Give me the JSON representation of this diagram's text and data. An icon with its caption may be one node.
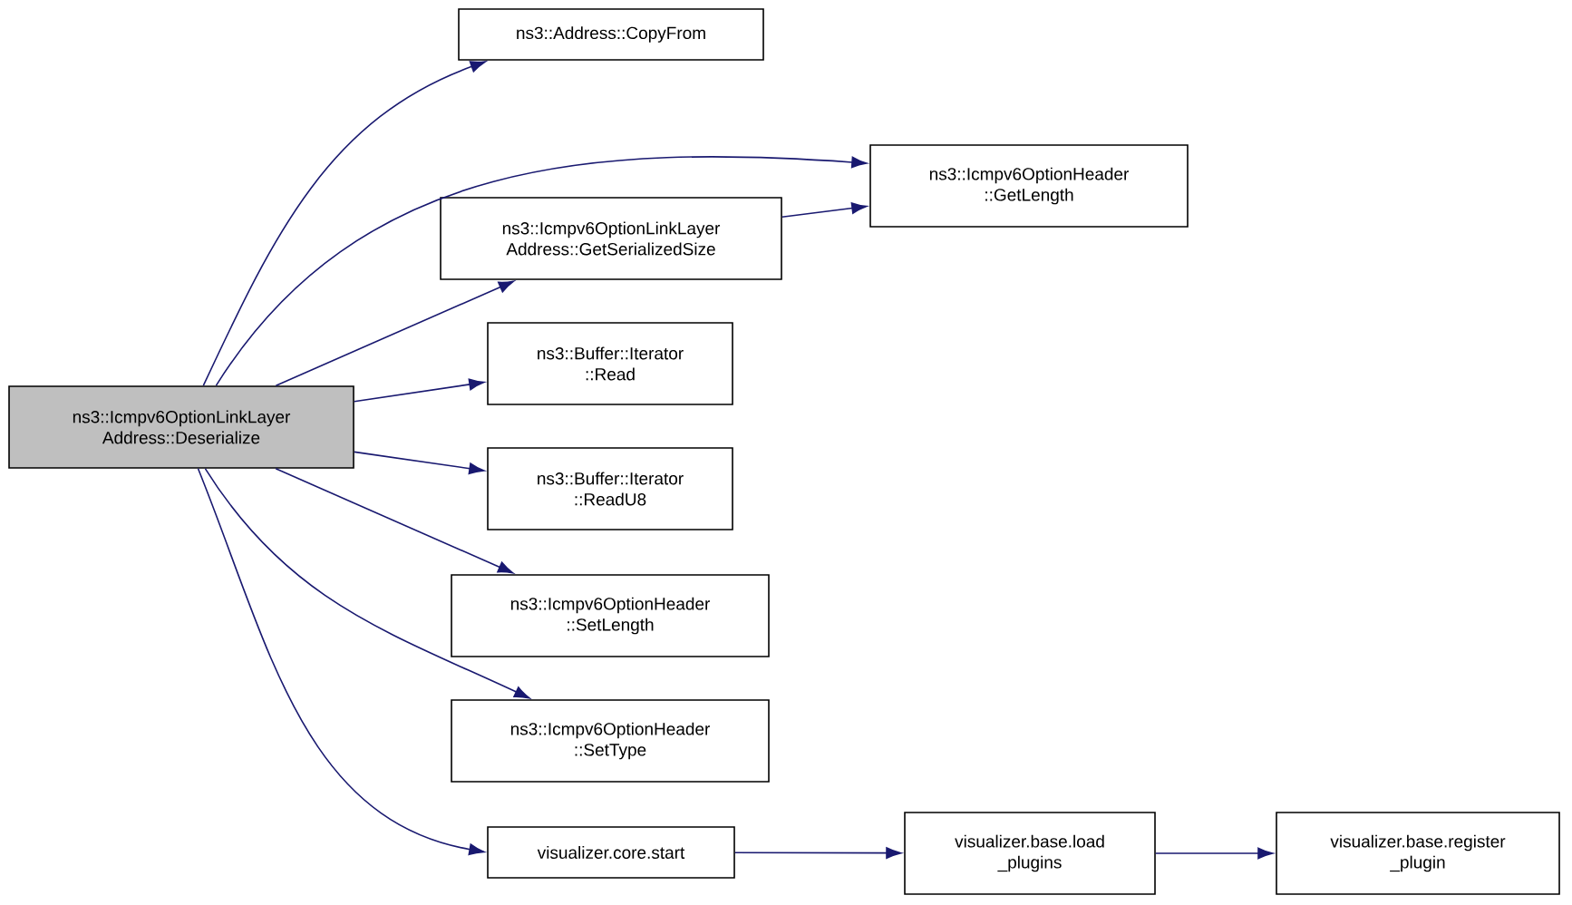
{
  "diagram": {
    "nodes": [
      {
        "text": [
          "ns3::Icmpv6OptionLinkLayer Address::Deserialize"
        ]
      },
      {
        "text": [
          "ns3::Address::CopyFrom"
        ]
      },
      {
        "text": [
          "ns3::Icmpv6OptionLinkLayer Address::GetSerializedSize"
        ]
      },
      {
        "text": [
          "ns3::Icmpv6OptionHeader ::GetLength"
        ]
      },
      {
        "text": [
          "ns3::Buffer::Iterator ::Read"
        ]
      },
      {
        "text": [
          "ns3::Buffer::Iterator ::ReadU8"
        ]
      },
      {
        "text": [
          "ns3::Icmpv6OptionHeader ::SetLength"
        ]
      },
      {
        "text": [
          "ns3::Icmpv6OptionHeader ::SetType"
        ]
      },
      {
        "text": [
          "visualizer.core.start"
        ]
      },
      {
        "text": [
          "visualizer.base.load _plugins"
        ]
      },
      {
        "text": [
          "visualizer.base.register _plugin"
        ]
      }
    ],
    "edges": [
      {
        "from": 0,
        "to": 1,
        "arrow": "to"
      },
      {
        "from": 0,
        "to": 3,
        "arrow": "to"
      },
      {
        "from": 0,
        "to": 2,
        "arrow": "to"
      },
      {
        "from": 0,
        "to": 4,
        "arrow": "to"
      },
      {
        "from": 0,
        "to": 5,
        "arrow": "to"
      },
      {
        "from": 0,
        "to": 6,
        "arrow": "to"
      },
      {
        "from": 0,
        "to": 7,
        "arrow": "to"
      },
      {
        "from": 0,
        "to": 8,
        "arrow": "to"
      },
      {
        "from": 2,
        "to": 3,
        "arrow": "to"
      },
      {
        "from": 8,
        "to": 9,
        "arrow": "to"
      },
      {
        "from": 9,
        "to": 10,
        "arrow": "to"
      }
    ]
  }
}
